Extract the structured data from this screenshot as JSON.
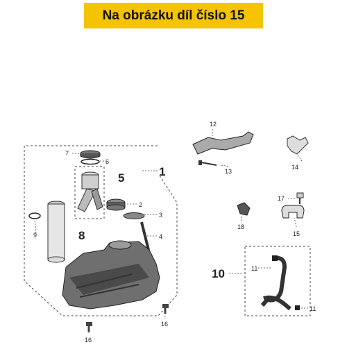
{
  "banner": {
    "text": "Na obrázku díl číslo 15",
    "color": "#f5c400"
  },
  "labels": {
    "p1": "1",
    "p2": "2",
    "p3": "3",
    "p4": "4",
    "p5": "5",
    "p6": "6",
    "p7": "7",
    "p8": "8",
    "p9": "9",
    "p10": "10",
    "p11a": "11",
    "p11b": "11",
    "p12": "12",
    "p13": "13",
    "p14": "14",
    "p15": "15",
    "p16a": "16",
    "p16b": "16",
    "p17": "17",
    "p18": "18"
  }
}
